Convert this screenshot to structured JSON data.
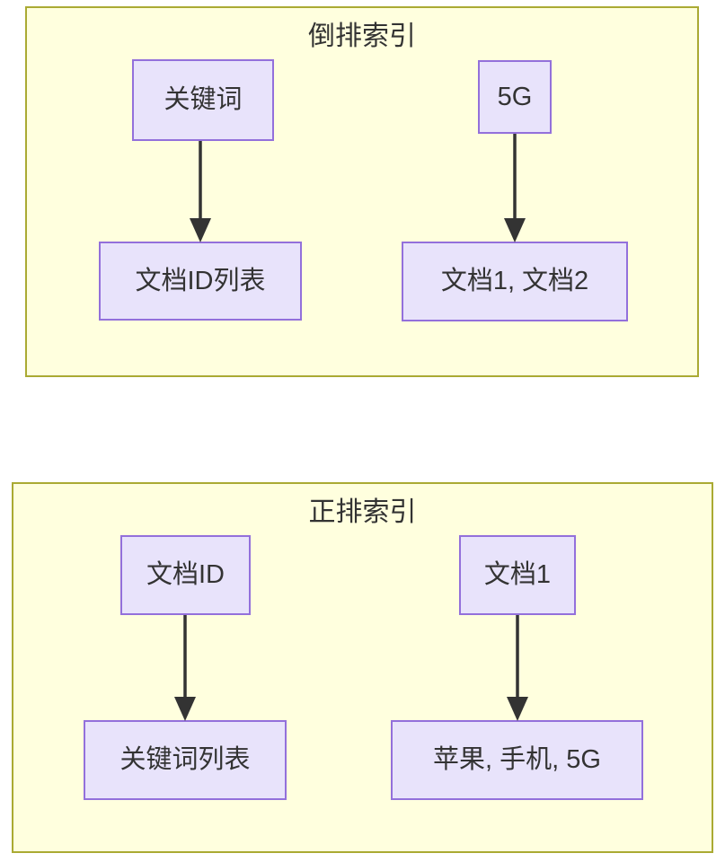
{
  "diagram": {
    "type": "flowchart",
    "background_color": "#ffffff",
    "cluster_fill": "#ffffde",
    "cluster_border": "#aaaa33",
    "node_fill": "#e8e3fb",
    "node_border": "#9370db",
    "edge_color": "#333333",
    "text_color": "#333333",
    "clusters": [
      {
        "id": "inverted",
        "title": "倒排索引",
        "nodes": [
          {
            "id": "keyword",
            "label": "关键词"
          },
          {
            "id": "docid-list",
            "label": "文档ID列表"
          },
          {
            "id": "5g",
            "label": "5G"
          },
          {
            "id": "doc1-doc2",
            "label": "文档1, 文档2"
          }
        ],
        "edges": [
          {
            "from": "keyword",
            "to": "docid-list",
            "label": ""
          },
          {
            "from": "5g",
            "to": "doc1-doc2",
            "label": ""
          }
        ]
      },
      {
        "id": "forward",
        "title": "正排索引",
        "nodes": [
          {
            "id": "docid",
            "label": "文档ID"
          },
          {
            "id": "keyword-list",
            "label": "关键词列表"
          },
          {
            "id": "doc1",
            "label": "文档1"
          },
          {
            "id": "terms",
            "label": "苹果, 手机, 5G"
          }
        ],
        "edges": [
          {
            "from": "docid",
            "to": "keyword-list",
            "label": ""
          },
          {
            "from": "doc1",
            "to": "terms",
            "label": ""
          }
        ]
      }
    ]
  }
}
